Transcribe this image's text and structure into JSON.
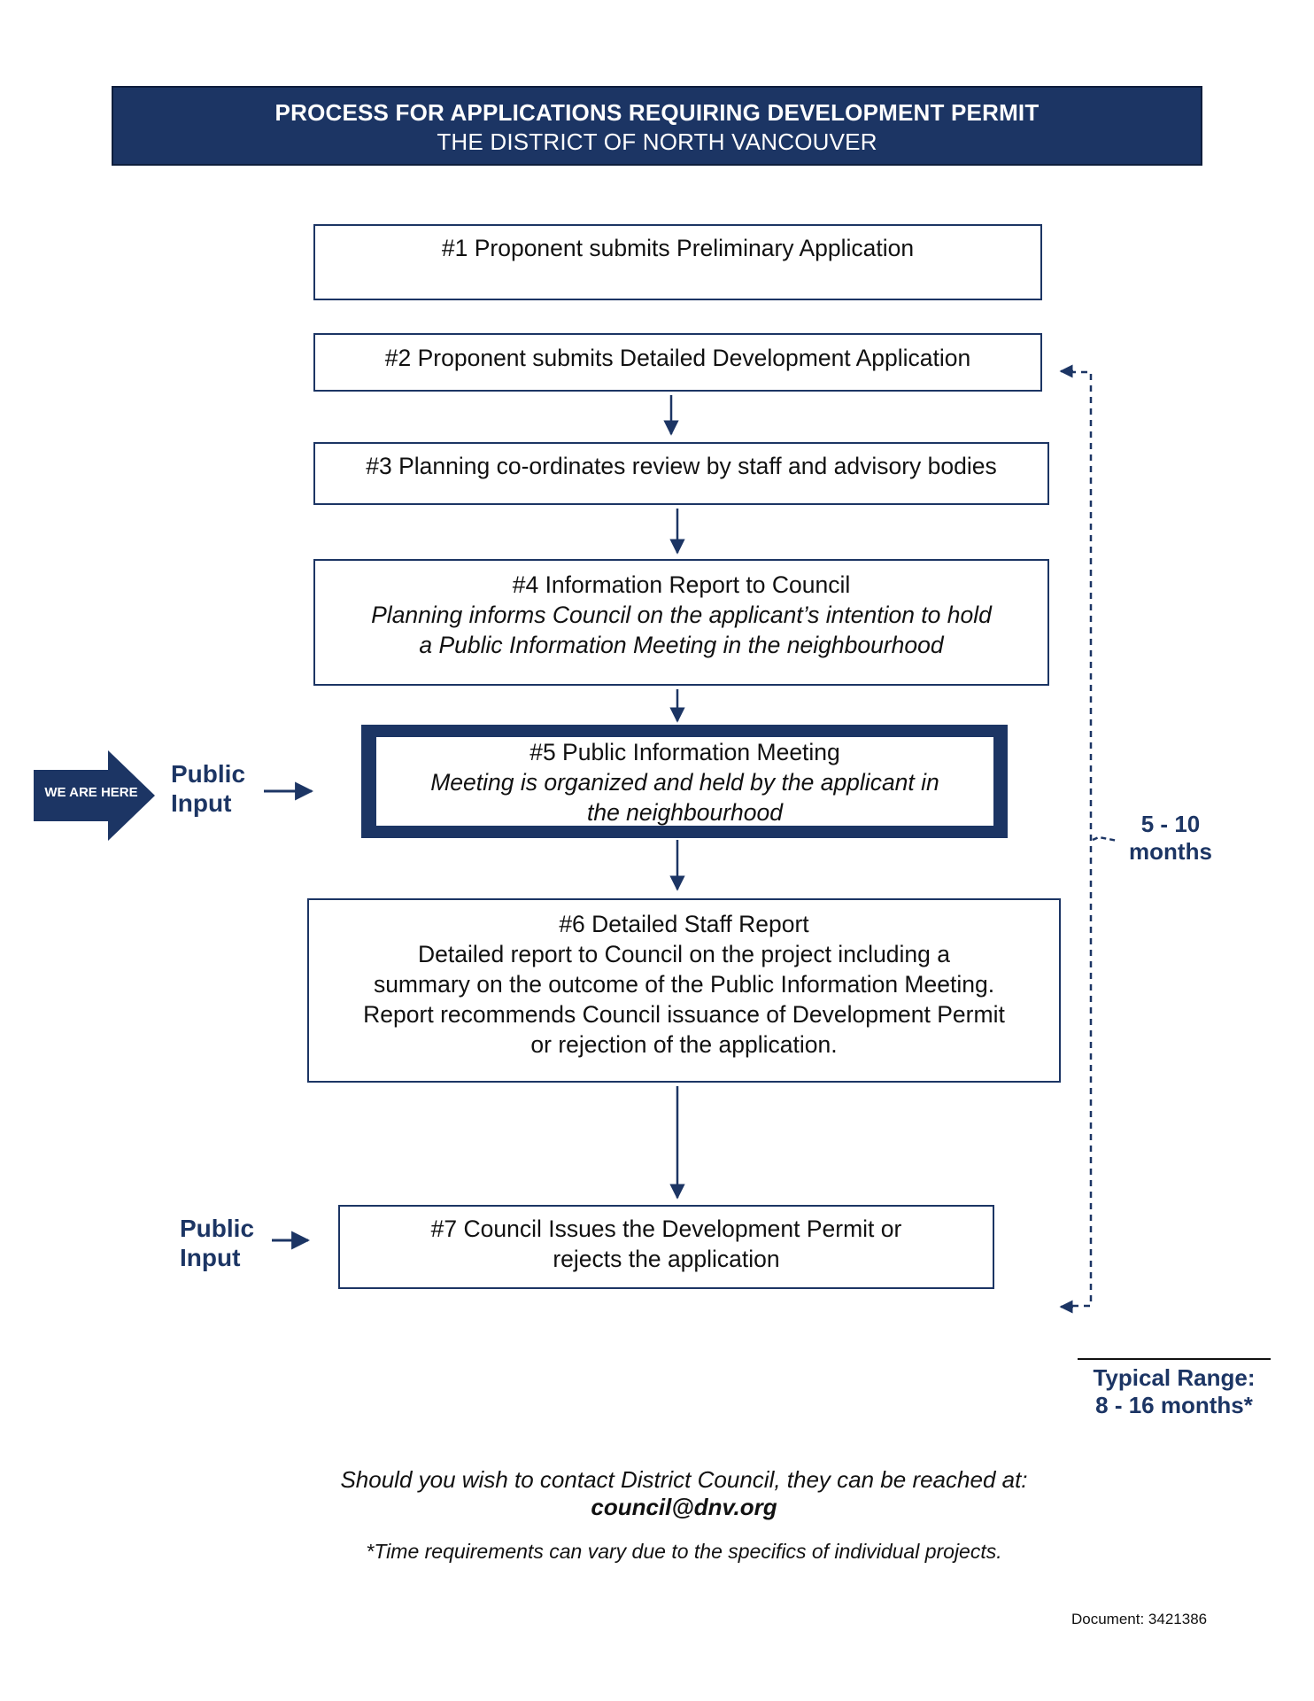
{
  "header": {
    "title": "PROCESS FOR APPLICATIONS REQUIRING DEVELOPMENT PERMIT",
    "subtitle": "THE DISTRICT OF NORTH VANCOUVER"
  },
  "steps": [
    {
      "heading": "#1 Proponent submits Preliminary Application"
    },
    {
      "heading": "#2 Proponent submits Detailed Development Application"
    },
    {
      "heading": "#3 Planning co-ordinates review by staff and advisory bodies"
    },
    {
      "heading": "#4 Information Report to Council",
      "detail": [
        "Planning informs Council on the applicant’s intention to hold",
        "a Public Information Meeting in the neighbourhood"
      ]
    },
    {
      "heading": "#5 Public Information Meeting",
      "detail": [
        "Meeting is organized and held by the applicant in",
        "the neighbourhood"
      ]
    },
    {
      "heading": "#6 Detailed Staff Report",
      "detail": [
        "Detailed report to Council on the project including a",
        "summary on the outcome of the Public Information Meeting.",
        "Report recommends Council issuance of Development Permit",
        "or rejection of the application."
      ]
    },
    {
      "heading": "#7 Council Issues the Development Permit or",
      "detail": [
        "rejects the application"
      ]
    }
  ],
  "public_input": {
    "line1": "Public",
    "line2": "Input"
  },
  "we_are_here": "WE ARE HERE",
  "bracket_range": {
    "line1": "5 - 10",
    "line2": "months"
  },
  "typical_range": {
    "line1": "Typical Range:",
    "line2": "8 - 16 months*"
  },
  "contact": {
    "text": "Should you wish to contact District Council, they can be reached at:",
    "email": "council@dnv.org"
  },
  "footnote": "*Time requirements can vary due to the specifics of individual projects.",
  "document_number": "Document: 3421386",
  "colors": {
    "navy": "#1c3564",
    "text": "#111111",
    "background": "#ffffff"
  }
}
